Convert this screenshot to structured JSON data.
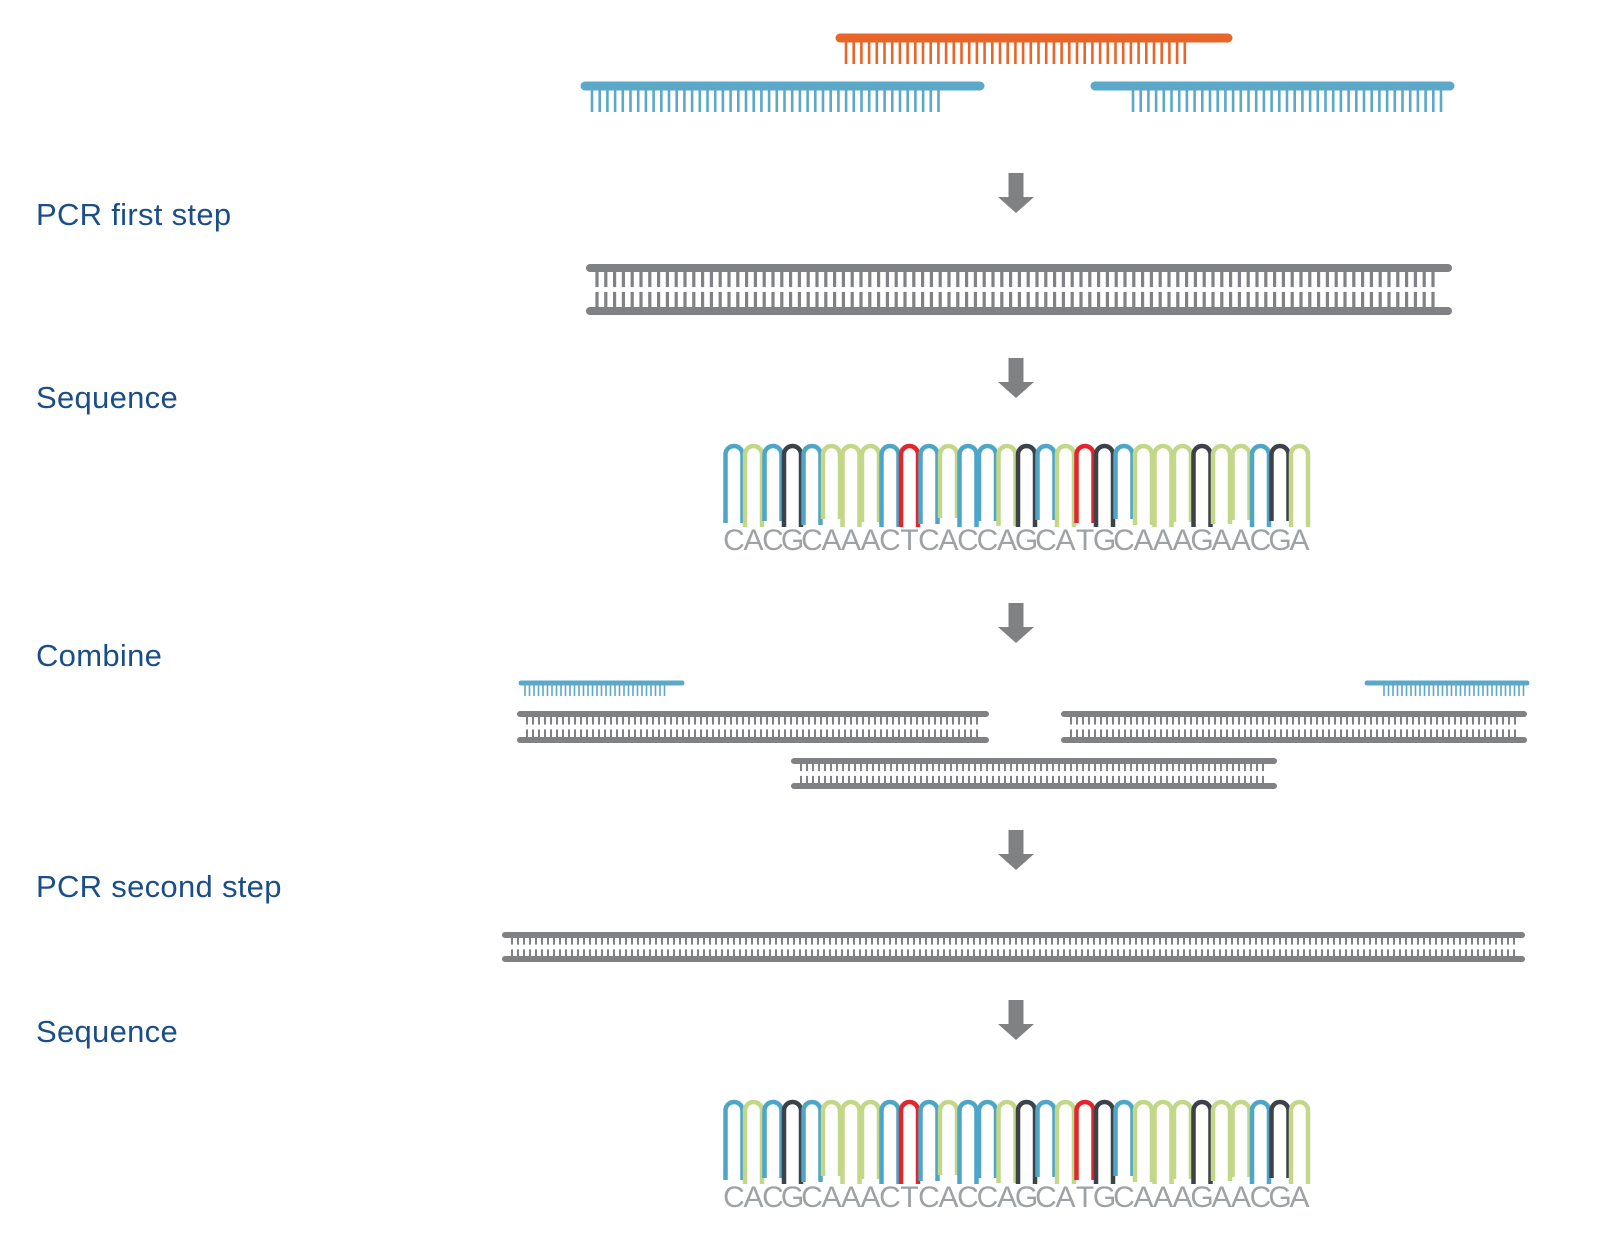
{
  "diagram": {
    "type": "pcr-amplicon-sequencing-workflow",
    "step_labels": [
      {
        "id": "pcr-first-step",
        "label": "PCR first step"
      },
      {
        "id": "sequence-1",
        "label": "Sequence"
      },
      {
        "id": "combine",
        "label": "Combine"
      },
      {
        "id": "pcr-second-step",
        "label": "PCR second step"
      },
      {
        "id": "sequence-2",
        "label": "Sequence"
      }
    ],
    "chromatogram": {
      "sequence": "CACGCAAACTCACCAGCATGCAAAGAACGA",
      "base_colors": {
        "A": "#C2D787",
        "C": "#4DA5C8",
        "G": "#3C4248",
        "T": "#E2262B"
      },
      "letter_color": "#9EA2A5"
    },
    "colors": {
      "adapter_orange": "#E8662A",
      "primer_blue": "#5BA8C9",
      "duplex_gray": "#808184",
      "arrow_gray": "#7F8183",
      "label_blue": "#1B4E88",
      "background": "#FFFFFF"
    }
  }
}
